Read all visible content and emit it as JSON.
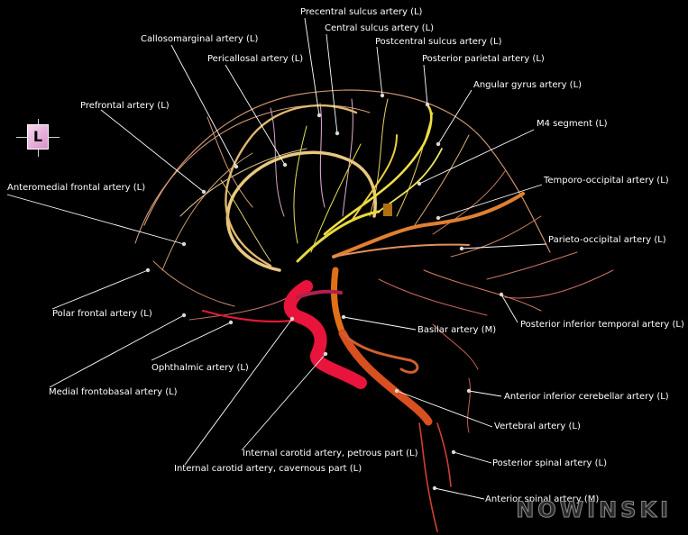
{
  "labels": [
    {
      "id": "precentral-sulcus-artery",
      "text": "Precentral sulcus artery (L)"
    },
    {
      "id": "central-sulcus-artery",
      "text": "Central sulcus artery (L)"
    },
    {
      "id": "postcentral-sulcus-artery",
      "text": "Postcentral sulcus artery (L)"
    },
    {
      "id": "callosomarginal-artery",
      "text": "Callosomarginal artery (L)"
    },
    {
      "id": "posterior-parietal-artery",
      "text": "Posterior parietal artery (L)"
    },
    {
      "id": "pericallosal-artery",
      "text": "Pericallosal artery (L)"
    },
    {
      "id": "angular-gyrus-artery",
      "text": "Angular gyrus artery (L)"
    },
    {
      "id": "prefrontal-artery",
      "text": "Prefrontal artery (L)"
    },
    {
      "id": "m4-segment",
      "text": "M4 segment (L)"
    },
    {
      "id": "temporo-occipital-artery",
      "text": "Temporo-occipital artery (L)"
    },
    {
      "id": "anteromedial-frontal-artery",
      "text": "Anteromedial frontal artery (L)"
    },
    {
      "id": "parieto-occipital-artery",
      "text": "Parieto-occipital artery (L)"
    },
    {
      "id": "polar-frontal-artery",
      "text": "Polar frontal artery (L)"
    },
    {
      "id": "posterior-inferior-temporal-artery",
      "text": "Posterior inferior temporal artery (L)"
    },
    {
      "id": "basilar-artery",
      "text": "Basilar artery (M)"
    },
    {
      "id": "ophthalmic-artery",
      "text": "Ophthalmic artery (L)"
    },
    {
      "id": "medial-frontobasal-artery",
      "text": "Medial frontobasal artery (L)"
    },
    {
      "id": "anterior-inferior-cerebellar-artery",
      "text": "Anterior inferior cerebellar artery (L)"
    },
    {
      "id": "vertebral-artery",
      "text": "Vertebral artery (L)"
    },
    {
      "id": "internal-carotid-petrous",
      "text": "Internal carotid artery, petrous part (L)"
    },
    {
      "id": "posterior-spinal-artery",
      "text": "Posterior spinal artery (L)"
    },
    {
      "id": "internal-carotid-cavernous",
      "text": "Internal carotid artery, cavernous part (L)"
    },
    {
      "id": "anterior-spinal-artery",
      "text": "Anterior spinal artery (M)"
    }
  ],
  "orientation_marker": "L",
  "logo_text": "NOWINSKI",
  "colors": {
    "background": "#000000",
    "label_text": "#ffffff",
    "leader_line": "#ffffff",
    "carotid": "#e8143c",
    "vertebral": "#d85020",
    "basilar": "#e07018",
    "mca": "#f0e040",
    "aca": "#e8c880",
    "pca": "#e89070",
    "sulcal": "#d8a0c8"
  }
}
